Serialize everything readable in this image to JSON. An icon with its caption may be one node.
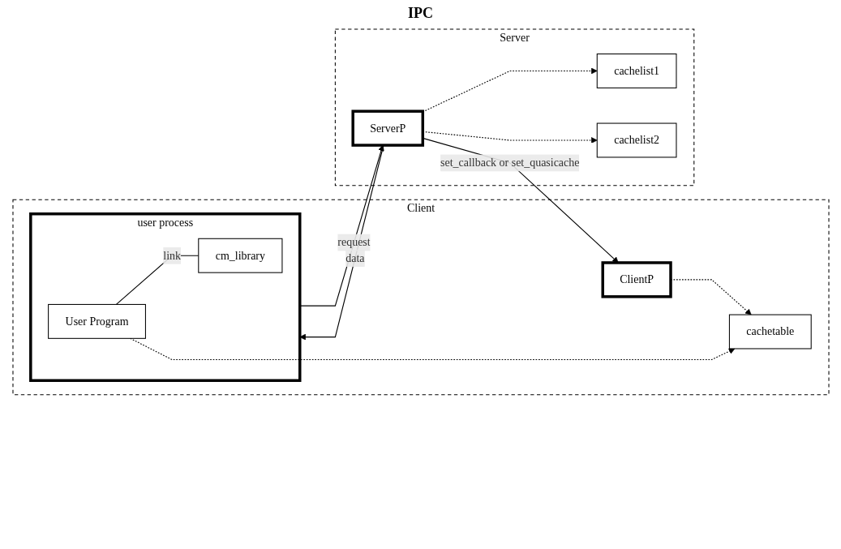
{
  "diagram": {
    "title": "IPC",
    "nodes": [
      {
        "text": [
          "Client"
        ]
      },
      {
        "text": [
          "cachetable"
        ],
        "in": 0
      },
      {
        "text": [
          "ClientP"
        ],
        "in": 0
      },
      {
        "text": [
          "user process"
        ],
        "in": 0
      },
      {
        "text": [
          "User Program"
        ],
        "in": 3
      },
      {
        "text": [
          "cm_library"
        ],
        "in": 3
      },
      {
        "text": [
          "Server"
        ]
      },
      {
        "text": [
          "ServerP"
        ],
        "in": 6
      },
      {
        "text": [
          "cachelist1"
        ],
        "in": 6
      },
      {
        "text": [
          "cachelist2"
        ],
        "in": 6
      }
    ],
    "edges": [
      {
        "from": 2,
        "to": 1,
        "arrow": "to",
        "style": "dashed"
      },
      {
        "from": 4,
        "to": 1,
        "arrow": "to",
        "style": "dashed"
      },
      {
        "from": 7,
        "to": 2,
        "arrow": "to",
        "label": "set_callback or set_quasicache"
      },
      {
        "from": 3,
        "to": 7,
        "arrow": "to",
        "label": "request"
      },
      {
        "from": 7,
        "to": 3,
        "arrow": "to",
        "label": "data"
      },
      {
        "from": 4,
        "to": 5,
        "arrow": "none",
        "label": "link"
      },
      {
        "from": 7,
        "to": 8,
        "arrow": "to",
        "style": "dashed"
      },
      {
        "from": 7,
        "to": 9,
        "arrow": "to",
        "style": "dashed"
      }
    ]
  }
}
